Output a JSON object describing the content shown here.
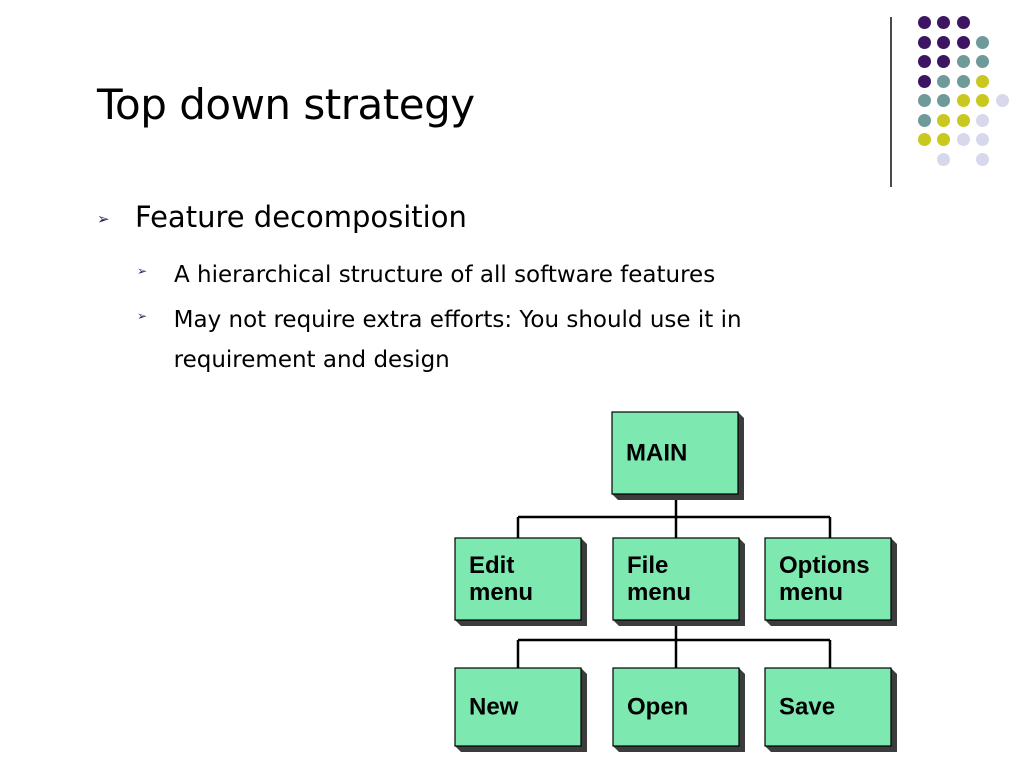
{
  "slide": {
    "title": "Top down strategy",
    "bullets": [
      {
        "text": "Feature decomposition",
        "level": 1
      },
      {
        "text": "A hierarchical structure of all software features",
        "level": 2
      },
      {
        "text": "May not require extra efforts: You should use it in requirement and design",
        "level": 2
      }
    ],
    "bullet_glyph": "➢"
  },
  "tree": {
    "root": "MAIN",
    "level1": [
      [
        "Edit",
        "menu"
      ],
      [
        "File",
        "menu"
      ],
      [
        "Options",
        "menu"
      ]
    ],
    "level2": [
      "New",
      "Open",
      "Save"
    ],
    "box_color": "#7de8b0",
    "shadow_color": "#3c3c3c"
  },
  "decor": {
    "dot_colors": {
      "purple": "#3d1563",
      "teal": "#6f9a9a",
      "yellow": "#c8c81e",
      "lavender": "#d8d8ec"
    }
  }
}
